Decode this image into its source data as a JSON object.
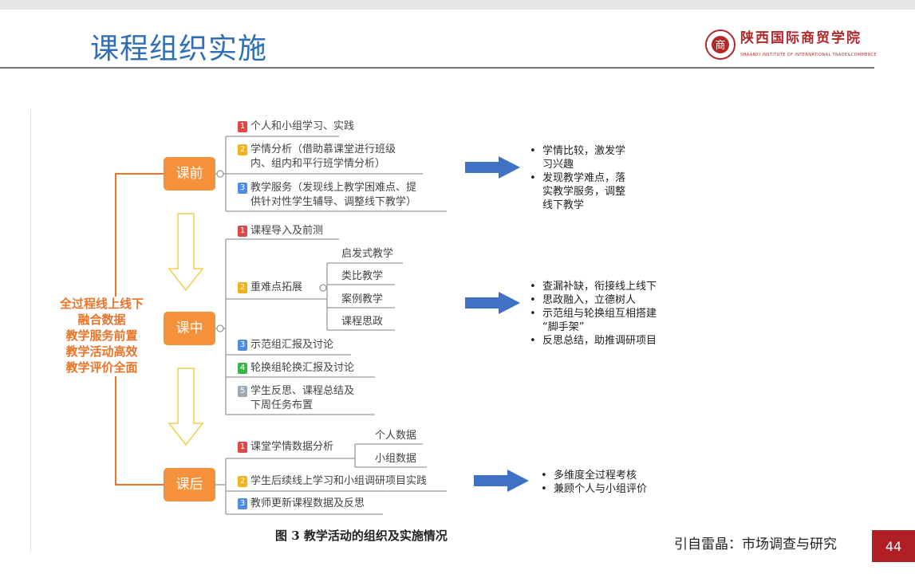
{
  "slide": {
    "title": "课程组织实施",
    "logo_name": "陕西国际商贸学院",
    "logo_sub": "SHAANXI INSTITUTE OF INTERNATIONAL TRADE&COMMERCE",
    "caption": "图 3 教学活动的组织及实施情况",
    "citation": "引自雷晶：市场调查与研究",
    "page_number": "44"
  },
  "center": [
    "全过程线上线下",
    "融合数据",
    "教学服务前置",
    "教学活动高效",
    "教学评价全面"
  ],
  "phases": {
    "pre": {
      "label": "课前",
      "items": [
        "个人和小组学习、实践",
        "学情分析（借助慕课堂进行班级",
        "内、组内和平行班学情分析）",
        "教学服务（发现线上教学困难点、提",
        "供针对性学生辅导、调整线下教学）"
      ],
      "bullets": [
        "学情比较，激发学",
        "习兴趣",
        "发现教学难点，落",
        "实教学服务，调整",
        "线下教学"
      ]
    },
    "in": {
      "label": "课中",
      "items": [
        "课程导入及前测",
        "重难点拓展",
        "示范组汇报及讨论",
        "轮换组轮换汇报及讨论",
        "学生反思、课程总结及",
        "下周任务布置"
      ],
      "sub": [
        "启发式教学",
        "类比教学",
        "案例教学",
        "课程思政"
      ],
      "bullets": [
        "查漏补缺，衔接线上线下",
        "思政融入，立德树人",
        "示范组与轮换组互相搭建",
        "“脚手架”",
        "反思总结，助推调研项目"
      ]
    },
    "post": {
      "label": "课后",
      "items": [
        "课堂学情数据分析",
        "学生后续线上学习和小组调研项目实践",
        "教师更新课程数据及反思"
      ],
      "sub": [
        "个人数据",
        "小组数据"
      ],
      "bullets": [
        "多维度全过程考核",
        "兼顾个人与小组评价"
      ]
    }
  },
  "numbers": [
    "1",
    "2",
    "3",
    "4",
    "5"
  ]
}
